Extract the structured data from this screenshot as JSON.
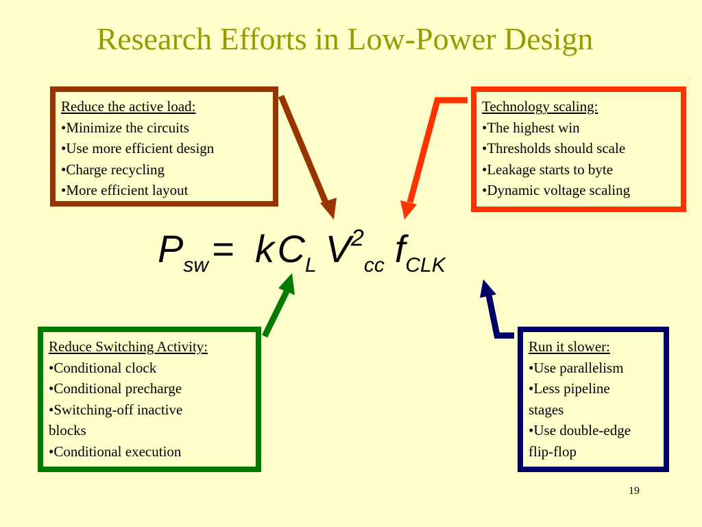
{
  "slide": {
    "title": "Research Efforts in Low-Power Design",
    "page_number": "19",
    "formula": {
      "lhs": "P",
      "lhs_sub": "sw",
      "equals": "=",
      "k": "k",
      "c": "C",
      "c_sub": "L",
      "v": "V",
      "v_sup": "2",
      "v_sub": "cc",
      "f": "f",
      "f_sub": "CLK"
    },
    "boxes": {
      "active_load": {
        "heading": "Reduce the active load:",
        "items": [
          "•Minimize the circuits",
          "•Use more efficient design",
          "•Charge recycling",
          "•More efficient layout"
        ],
        "color": "#993300"
      },
      "technology": {
        "heading": "Technology scaling:",
        "items": [
          "•The highest win",
          "•Thresholds should scale",
          "•Leakage starts to byte",
          "•Dynamic voltage scaling"
        ],
        "color": "#FF3300"
      },
      "switching": {
        "heading": "Reduce Switching Activity:",
        "items": [
          "•Conditional clock",
          "•Conditional precharge",
          "•Switching-off inactive",
          "blocks",
          "•Conditional execution"
        ],
        "color": "#007A00"
      },
      "slower": {
        "heading": "Run it slower:",
        "items": [
          "•Use parallelism",
          "•Less pipeline",
          "stages",
          "•Use double-edge",
          "flip-flop"
        ],
        "color": "#000066"
      }
    },
    "colors": {
      "background": "#FFFFCC",
      "title": "#999900"
    }
  }
}
